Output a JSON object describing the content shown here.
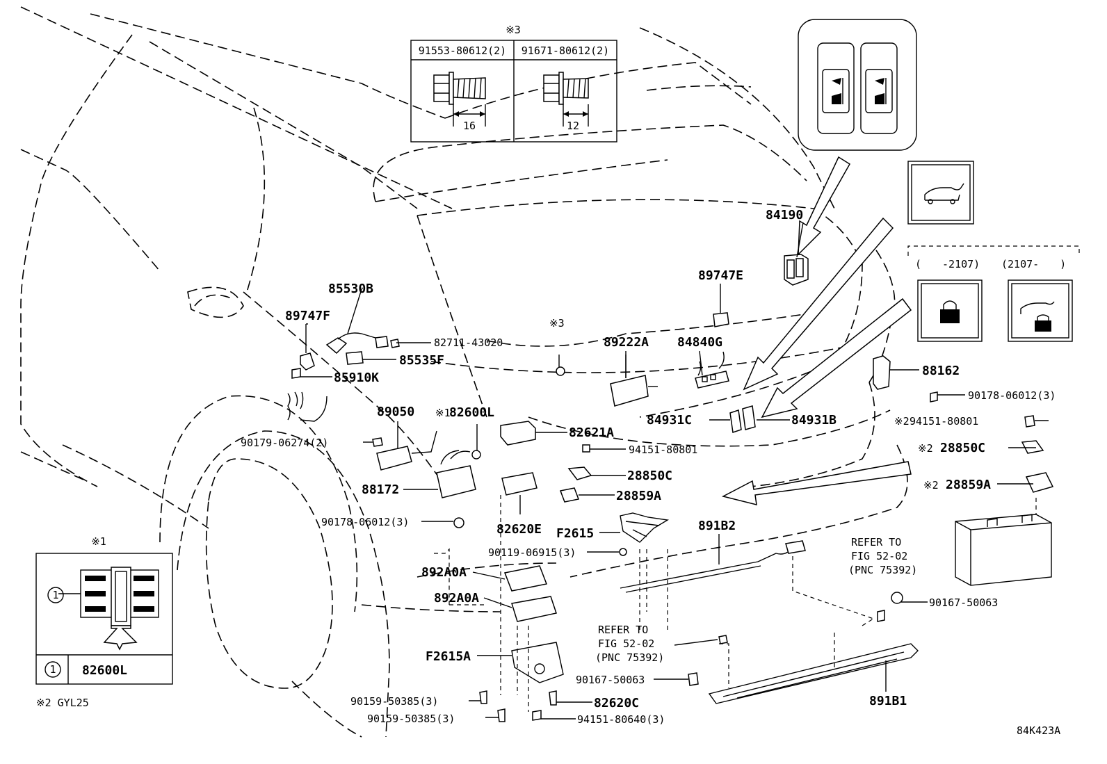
{
  "diagram_id": "84K423A",
  "notes": {
    "note1_mark": "※1",
    "note2": "※2 GYL25",
    "note3_mark": "※3"
  },
  "bolt_table": {
    "mark": "※3",
    "col1_part": "91553-80612(2)",
    "col1_dim": "16",
    "col2_part": "91671-80612(2)",
    "col2_dim": "12"
  },
  "inset_clip": {
    "mark": "※1",
    "callout": "1",
    "part": "82600L"
  },
  "inset_date": {
    "left": "(　　-2107)",
    "right": "(2107-　　)"
  },
  "refer_notes": [
    {
      "line1": "REFER TO",
      "line2": "FIG 52-02",
      "line3": "(PNC 75392)"
    },
    {
      "line1": "REFER TO",
      "line2": "FIG 52-02",
      "line3": "(PNC 75392)"
    }
  ],
  "parts": {
    "p84190": "84190",
    "p89747E": "89747E",
    "p85530B": "85530B",
    "p89747F": "89747F",
    "p82711": "82711-43020",
    "p85535F": "85535F",
    "p85910K": "85910K",
    "p3mark": "※3",
    "p89222A": "89222A",
    "p84840G": "84840G",
    "p88162": "88162",
    "p90178a": "90178-06012(3)",
    "p89050": "89050",
    "p1mark": "※1",
    "p82600L": "82600L",
    "p84931C": "84931C",
    "p84931B": "84931B",
    "p94151a_mark": "※2",
    "p94151a": "94151-80801",
    "p90179": "90179-06274(2)",
    "p82621A": "82621A",
    "p94151b": "94151-80801",
    "p28850C_mark": "※2",
    "p28850C": "28850C",
    "p28850Cb": "28850C",
    "p88172": "88172",
    "p28859A_mark": "※2",
    "p28859A": "28859A",
    "p28859Ab": "28859A",
    "p90178b": "90178-06012(3)",
    "p82620E": "82620E",
    "pF2615": "F2615",
    "p891B2": "891B2",
    "p90119": "90119-06915(3)",
    "p892A0A_1": "892A0A",
    "p892A0A_2": "892A0A",
    "p90167a": "90167-50063",
    "pF2615A": "F2615A",
    "p90167b": "90167-50063",
    "p90159a": "90159-50385(3)",
    "p82620C": "82620C",
    "p891B1": "891B1",
    "p90159b": "90159-50385(3)",
    "p94151c": "94151-80640(3)"
  }
}
